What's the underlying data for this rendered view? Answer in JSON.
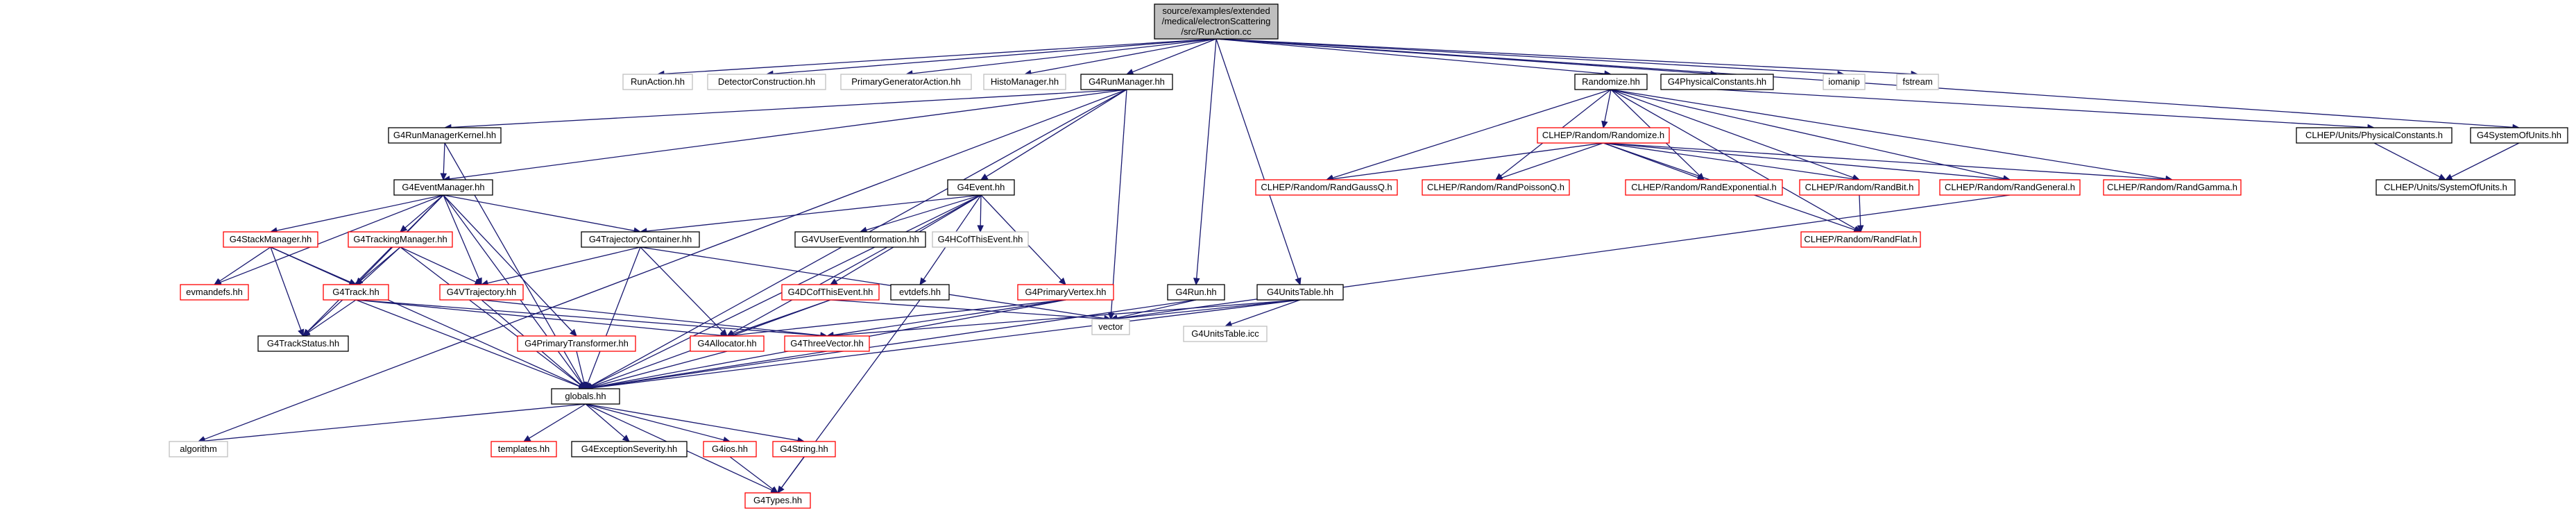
{
  "graph": {
    "colors": {
      "edge": "#191970",
      "root_fill": "#bfbfbf",
      "missing_border": "#bfbfbf",
      "red_border": "#ff0000",
      "normal_border": "#000000"
    },
    "nodes": [
      {
        "id": "root",
        "lines": [
          "source/examples/extended",
          "/medical/electronScattering",
          "/src/RunAction.cc"
        ],
        "style": "root"
      },
      {
        "id": "RunAction_hh",
        "lines": [
          "RunAction.hh"
        ],
        "style": "missing"
      },
      {
        "id": "DetectorConstruction_hh",
        "lines": [
          "DetectorConstruction.hh"
        ],
        "style": "missing"
      },
      {
        "id": "PrimaryGeneratorAction_hh",
        "lines": [
          "PrimaryGeneratorAction.hh"
        ],
        "style": "missing"
      },
      {
        "id": "HistoManager_hh",
        "lines": [
          "HistoManager.hh"
        ],
        "style": "missing"
      },
      {
        "id": "G4RunManager_hh",
        "lines": [
          "G4RunManager.hh"
        ],
        "style": "normal"
      },
      {
        "id": "Randomize_hh",
        "lines": [
          "Randomize.hh"
        ],
        "style": "normal"
      },
      {
        "id": "G4PhysicalConstants_hh",
        "lines": [
          "G4PhysicalConstants.hh"
        ],
        "style": "normal"
      },
      {
        "id": "iomanip",
        "lines": [
          "iomanip"
        ],
        "style": "missing"
      },
      {
        "id": "fstream",
        "lines": [
          "fstream"
        ],
        "style": "missing"
      },
      {
        "id": "G4RunManagerKernel_hh",
        "lines": [
          "G4RunManagerKernel.hh"
        ],
        "style": "normal"
      },
      {
        "id": "G4EventManager_hh",
        "lines": [
          "G4EventManager.hh"
        ],
        "style": "normal"
      },
      {
        "id": "G4Event_hh",
        "lines": [
          "G4Event.hh"
        ],
        "style": "normal"
      },
      {
        "id": "CLHEP_Randomize_h",
        "lines": [
          "CLHEP/Random/Randomize.h"
        ],
        "style": "red"
      },
      {
        "id": "CLHEP_PhysicalConstants_h",
        "lines": [
          "CLHEP/Units/PhysicalConstants.h"
        ],
        "style": "normal"
      },
      {
        "id": "G4SystemOfUnits_hh",
        "lines": [
          "G4SystemOfUnits.hh"
        ],
        "style": "normal"
      },
      {
        "id": "CLHEP_RandGaussQ_h",
        "lines": [
          "CLHEP/Random/RandGaussQ.h"
        ],
        "style": "red"
      },
      {
        "id": "CLHEP_RandPoissonQ_h",
        "lines": [
          "CLHEP/Random/RandPoissonQ.h"
        ],
        "style": "red"
      },
      {
        "id": "CLHEP_RandExponential_h",
        "lines": [
          "CLHEP/Random/RandExponential.h"
        ],
        "style": "red"
      },
      {
        "id": "CLHEP_RandBit_h",
        "lines": [
          "CLHEP/Random/RandBit.h"
        ],
        "style": "red"
      },
      {
        "id": "CLHEP_RandGeneral_h",
        "lines": [
          "CLHEP/Random/RandGeneral.h"
        ],
        "style": "red"
      },
      {
        "id": "CLHEP_RandGamma_h",
        "lines": [
          "CLHEP/Random/RandGamma.h"
        ],
        "style": "red"
      },
      {
        "id": "CLHEP_SystemOfUnits_h",
        "lines": [
          "CLHEP/Units/SystemOfUnits.h"
        ],
        "style": "normal"
      },
      {
        "id": "G4VUserEventInformation_hh",
        "lines": [
          "G4VUserEventInformation.hh"
        ],
        "style": "normal"
      },
      {
        "id": "G4HCofThisEvent_hh",
        "lines": [
          "G4HCofThisEvent.hh"
        ],
        "style": "missing"
      },
      {
        "id": "G4TrajectoryContainer_hh",
        "lines": [
          "G4TrajectoryContainer.hh"
        ],
        "style": "normal"
      },
      {
        "id": "G4StackManager_hh",
        "lines": [
          "G4StackManager.hh"
        ],
        "style": "red"
      },
      {
        "id": "G4TrackingManager_hh",
        "lines": [
          "G4TrackingManager.hh"
        ],
        "style": "red"
      },
      {
        "id": "CLHEP_RandFlat_h",
        "lines": [
          "CLHEP/Random/RandFlat.h"
        ],
        "style": "red"
      },
      {
        "id": "evmandefs_hh",
        "lines": [
          "evmandefs.hh"
        ],
        "style": "red"
      },
      {
        "id": "G4Track_hh",
        "lines": [
          "G4Track.hh"
        ],
        "style": "red"
      },
      {
        "id": "G4VTrajectory_hh",
        "lines": [
          "G4VTrajectory.hh"
        ],
        "style": "red"
      },
      {
        "id": "evtdefs_hh",
        "lines": [
          "evtdefs.hh"
        ],
        "style": "normal"
      },
      {
        "id": "G4DCofThisEvent_hh",
        "lines": [
          "G4DCofThisEvent.hh"
        ],
        "style": "red"
      },
      {
        "id": "G4PrimaryVertex_hh",
        "lines": [
          "G4PrimaryVertex.hh"
        ],
        "style": "red"
      },
      {
        "id": "G4Run_hh",
        "lines": [
          "G4Run.hh"
        ],
        "style": "normal"
      },
      {
        "id": "G4UnitsTable_hh",
        "lines": [
          "G4UnitsTable.hh"
        ],
        "style": "normal"
      },
      {
        "id": "vector",
        "lines": [
          "vector"
        ],
        "style": "missing"
      },
      {
        "id": "G4UnitsTable_icc",
        "lines": [
          "G4UnitsTable.icc"
        ],
        "style": "missing"
      },
      {
        "id": "G4TrackStatus_hh",
        "lines": [
          "G4TrackStatus.hh"
        ],
        "style": "normal"
      },
      {
        "id": "G4Allocator_hh",
        "lines": [
          "G4Allocator.hh"
        ],
        "style": "red"
      },
      {
        "id": "G4ThreeVector_hh",
        "lines": [
          "G4ThreeVector.hh"
        ],
        "style": "red"
      },
      {
        "id": "G4PrimaryTransformer_hh",
        "lines": [
          "G4PrimaryTransformer.hh"
        ],
        "style": "red"
      },
      {
        "id": "globals_hh",
        "lines": [
          "globals.hh"
        ],
        "style": "normal"
      },
      {
        "id": "algorithm",
        "lines": [
          "algorithm"
        ],
        "style": "missing"
      },
      {
        "id": "templates_hh",
        "lines": [
          "templates.hh"
        ],
        "style": "red"
      },
      {
        "id": "G4ExceptionSeverity_hh",
        "lines": [
          "G4ExceptionSeverity.hh"
        ],
        "style": "normal"
      },
      {
        "id": "G4ios_hh",
        "lines": [
          "G4ios.hh"
        ],
        "style": "red"
      },
      {
        "id": "G4String_hh",
        "lines": [
          "G4String.hh"
        ],
        "style": "red"
      },
      {
        "id": "G4Types_hh",
        "lines": [
          "G4Types.hh"
        ],
        "style": "red"
      }
    ],
    "edges": [
      [
        "root",
        "RunAction_hh"
      ],
      [
        "root",
        "DetectorConstruction_hh"
      ],
      [
        "root",
        "PrimaryGeneratorAction_hh"
      ],
      [
        "root",
        "HistoManager_hh"
      ],
      [
        "root",
        "G4RunManager_hh"
      ],
      [
        "root",
        "Randomize_hh"
      ],
      [
        "root",
        "G4PhysicalConstants_hh"
      ],
      [
        "root",
        "iomanip"
      ],
      [
        "root",
        "fstream"
      ],
      [
        "root",
        "G4Run_hh"
      ],
      [
        "root",
        "G4UnitsTable_hh"
      ],
      [
        "root",
        "G4SystemOfUnits_hh"
      ],
      [
        "G4RunManager_hh",
        "G4RunManagerKernel_hh"
      ],
      [
        "G4RunManager_hh",
        "G4EventManager_hh"
      ],
      [
        "G4RunManager_hh",
        "G4Event_hh"
      ],
      [
        "G4RunManager_hh",
        "vector"
      ],
      [
        "G4RunManager_hh",
        "globals_hh"
      ],
      [
        "G4RunManager_hh",
        "algorithm"
      ],
      [
        "G4RunManagerKernel_hh",
        "G4EventManager_hh"
      ],
      [
        "G4RunManagerKernel_hh",
        "globals_hh"
      ],
      [
        "G4EventManager_hh",
        "G4StackManager_hh"
      ],
      [
        "G4EventManager_hh",
        "G4TrackingManager_hh"
      ],
      [
        "G4EventManager_hh",
        "G4TrajectoryContainer_hh"
      ],
      [
        "G4EventManager_hh",
        "evmandefs_hh"
      ],
      [
        "G4EventManager_hh",
        "G4Track_hh"
      ],
      [
        "G4EventManager_hh",
        "G4VTrajectory_hh"
      ],
      [
        "G4EventManager_hh",
        "G4TrackStatus_hh"
      ],
      [
        "G4EventManager_hh",
        "G4PrimaryTransformer_hh"
      ],
      [
        "G4EventManager_hh",
        "globals_hh"
      ],
      [
        "G4Event_hh",
        "G4TrajectoryContainer_hh"
      ],
      [
        "G4Event_hh",
        "G4VUserEventInformation_hh"
      ],
      [
        "G4Event_hh",
        "G4HCofThisEvent_hh"
      ],
      [
        "G4Event_hh",
        "evtdefs_hh"
      ],
      [
        "G4Event_hh",
        "G4DCofThisEvent_hh"
      ],
      [
        "G4Event_hh",
        "G4PrimaryVertex_hh"
      ],
      [
        "G4Event_hh",
        "G4Allocator_hh"
      ],
      [
        "G4Event_hh",
        "globals_hh"
      ],
      [
        "G4StackManager_hh",
        "evmandefs_hh"
      ],
      [
        "G4StackManager_hh",
        "G4Track_hh"
      ],
      [
        "G4StackManager_hh",
        "G4TrackStatus_hh"
      ],
      [
        "G4StackManager_hh",
        "globals_hh"
      ],
      [
        "G4TrackingManager_hh",
        "G4Track_hh"
      ],
      [
        "G4TrackingManager_hh",
        "G4VTrajectory_hh"
      ],
      [
        "G4TrackingManager_hh",
        "G4TrackStatus_hh"
      ],
      [
        "G4TrackingManager_hh",
        "globals_hh"
      ],
      [
        "G4TrajectoryContainer_hh",
        "G4VTrajectory_hh"
      ],
      [
        "G4TrajectoryContainer_hh",
        "G4Allocator_hh"
      ],
      [
        "G4TrajectoryContainer_hh",
        "vector"
      ],
      [
        "G4TrajectoryContainer_hh",
        "globals_hh"
      ],
      [
        "G4Track_hh",
        "G4TrackStatus_hh"
      ],
      [
        "G4Track_hh",
        "G4Allocator_hh"
      ],
      [
        "G4Track_hh",
        "G4ThreeVector_hh"
      ],
      [
        "G4Track_hh",
        "globals_hh"
      ],
      [
        "G4VTrajectory_hh",
        "G4ThreeVector_hh"
      ],
      [
        "G4VTrajectory_hh",
        "globals_hh"
      ],
      [
        "G4DCofThisEvent_hh",
        "G4Allocator_hh"
      ],
      [
        "G4DCofThisEvent_hh",
        "vector"
      ],
      [
        "G4DCofThisEvent_hh",
        "globals_hh"
      ],
      [
        "G4PrimaryVertex_hh",
        "G4Allocator_hh"
      ],
      [
        "G4PrimaryVertex_hh",
        "G4ThreeVector_hh"
      ],
      [
        "G4PrimaryVertex_hh",
        "globals_hh"
      ],
      [
        "G4Run_hh",
        "vector"
      ],
      [
        "G4Run_hh",
        "globals_hh"
      ],
      [
        "G4UnitsTable_hh",
        "G4ThreeVector_hh"
      ],
      [
        "G4UnitsTable_hh",
        "vector"
      ],
      [
        "G4UnitsTable_hh",
        "G4UnitsTable_icc"
      ],
      [
        "G4UnitsTable_hh",
        "globals_hh"
      ],
      [
        "G4PrimaryTransformer_hh",
        "globals_hh"
      ],
      [
        "G4Allocator_hh",
        "globals_hh"
      ],
      [
        "G4ThreeVector_hh",
        "globals_hh"
      ],
      [
        "evtdefs_hh",
        "G4Types_hh"
      ],
      [
        "Randomize_hh",
        "CLHEP_Randomize_h"
      ],
      [
        "Randomize_hh",
        "CLHEP_RandGaussQ_h"
      ],
      [
        "Randomize_hh",
        "CLHEP_RandPoissonQ_h"
      ],
      [
        "Randomize_hh",
        "CLHEP_RandExponential_h"
      ],
      [
        "Randomize_hh",
        "CLHEP_RandBit_h"
      ],
      [
        "Randomize_hh",
        "CLHEP_RandGeneral_h"
      ],
      [
        "Randomize_hh",
        "CLHEP_RandGamma_h"
      ],
      [
        "Randomize_hh",
        "CLHEP_RandFlat_h"
      ],
      [
        "CLHEP_Randomize_h",
        "CLHEP_RandGaussQ_h"
      ],
      [
        "CLHEP_Randomize_h",
        "CLHEP_RandPoissonQ_h"
      ],
      [
        "CLHEP_Randomize_h",
        "CLHEP_RandExponential_h"
      ],
      [
        "CLHEP_Randomize_h",
        "CLHEP_RandBit_h"
      ],
      [
        "CLHEP_Randomize_h",
        "CLHEP_RandGeneral_h"
      ],
      [
        "CLHEP_Randomize_h",
        "CLHEP_RandGamma_h"
      ],
      [
        "CLHEP_Randomize_h",
        "CLHEP_RandFlat_h"
      ],
      [
        "CLHEP_RandBit_h",
        "CLHEP_RandFlat_h"
      ],
      [
        "CLHEP_RandGeneral_h",
        "vector"
      ],
      [
        "G4PhysicalConstants_hh",
        "CLHEP_PhysicalConstants_h"
      ],
      [
        "CLHEP_PhysicalConstants_h",
        "CLHEP_SystemOfUnits_h"
      ],
      [
        "G4SystemOfUnits_hh",
        "CLHEP_SystemOfUnits_h"
      ],
      [
        "globals_hh",
        "algorithm"
      ],
      [
        "globals_hh",
        "templates_hh"
      ],
      [
        "globals_hh",
        "G4ExceptionSeverity_hh"
      ],
      [
        "globals_hh",
        "G4ios_hh"
      ],
      [
        "globals_hh",
        "G4String_hh"
      ],
      [
        "globals_hh",
        "G4Types_hh"
      ],
      [
        "G4ios_hh",
        "G4Types_hh"
      ],
      [
        "G4String_hh",
        "G4Types_hh"
      ]
    ]
  }
}
